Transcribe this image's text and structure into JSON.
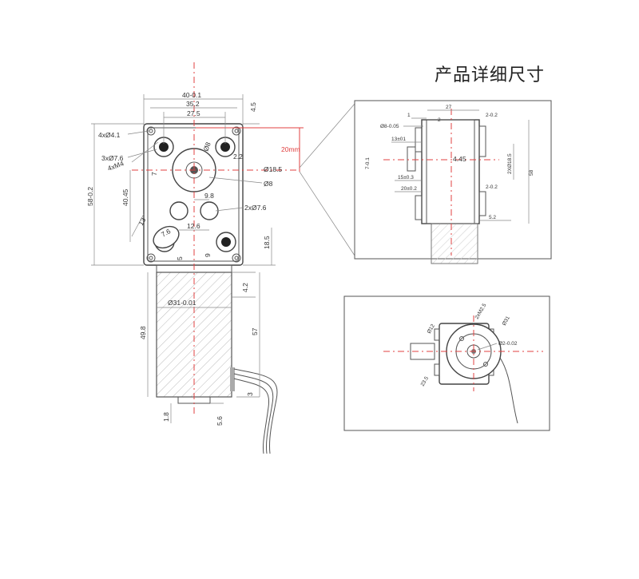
{
  "title": "产品详细尺寸",
  "front": {
    "w_40": "40-0.1",
    "w_352": "35.2",
    "w_275": "27.5",
    "d_45": "4.5",
    "holes": "4xØ4.1",
    "bosses": "3xØ7.6",
    "threads": "4xM4",
    "shaft": "Ø8",
    "hub": "Ø18.5",
    "shaft2": "Ø8",
    "d_22": "2.2",
    "d_7": "7",
    "d_98": "9.8",
    "holes2": "2xØ7.6",
    "d_126": "12.6",
    "d_76": "7.6",
    "d_13": "13",
    "h_58": "58-0.2",
    "h_4045": "40.45",
    "d_5": "5",
    "d_9": "9",
    "d_185": "18.5",
    "red_20": "20mm",
    "motor_d": "Ø31-0.01",
    "d_42": "4.2",
    "h_498": "49.8",
    "h_57": "57",
    "d_3": "3",
    "d_18": "1.8",
    "d_56": "5.6"
  },
  "side": {
    "d_1": "1",
    "d_27": "27",
    "d_2": "2",
    "d_202": "2-0.2",
    "shaft": "Ø8-0.05",
    "d_13": "13±01",
    "d_71": "7-0.1",
    "d_445": "4.45",
    "d_2x185": "2XØ18.5",
    "d_58": "58",
    "d_15": "15±0.3",
    "d_20": "20±0.2",
    "d_202b": "2-0.2",
    "d_52": "5.2"
  },
  "rear": {
    "m25": "2xM2.5",
    "d_31": "Ø31",
    "d_12": "Ø12",
    "d_2002": "Ø2-0.02",
    "d_235": "23.5"
  }
}
